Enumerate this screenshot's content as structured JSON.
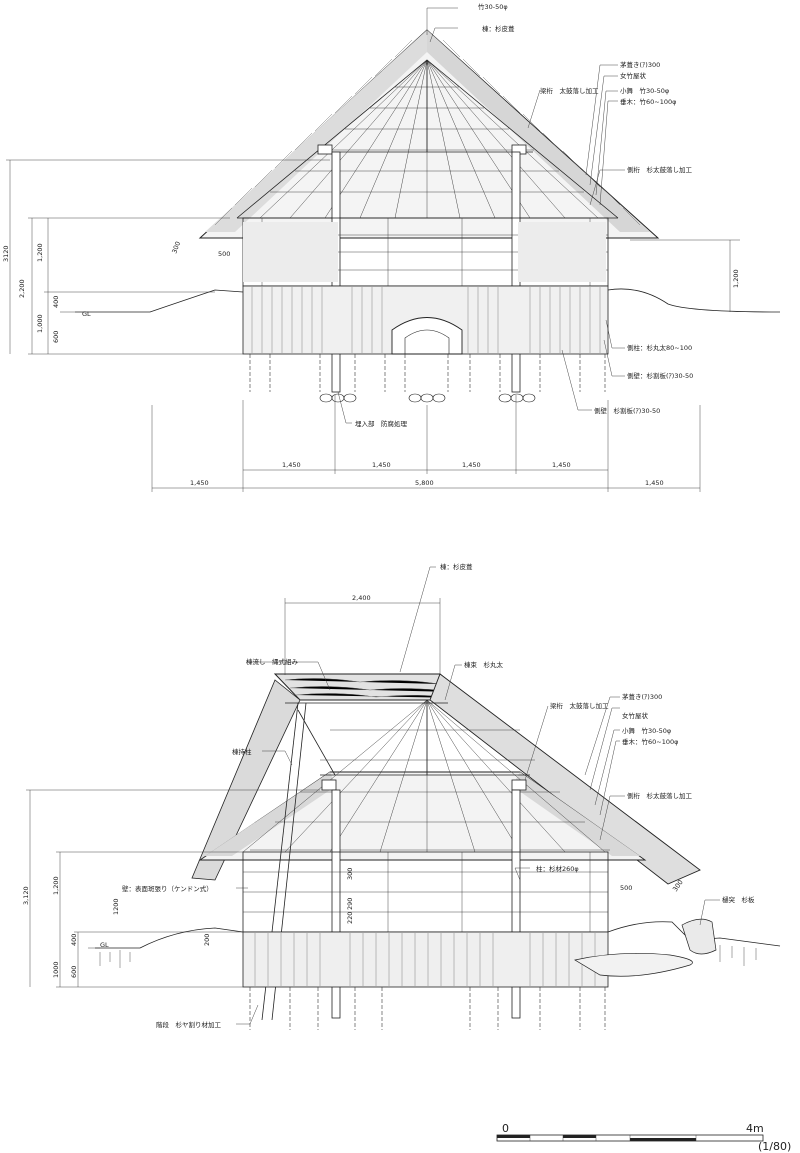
{
  "drawing_top": {
    "labels": {
      "top_bamboo": "竹30-50φ",
      "ridge_cedar": "棟：杉皮葺",
      "thatch_reed": "茅葺き(ｱ)300",
      "women_bamboo": "女竹屋状",
      "small_purlin": "小舞　竹30-50φ",
      "rafter": "垂木：竹60~100φ",
      "beam": "梁桁　太鼓落し加工",
      "side_girder": "側桁　杉太鼓落し加工",
      "side_post": "側柱：杉丸太80~100",
      "side_wall_a": "側壁：杉割板(ｱ)30-50",
      "side_wall_b": "側壁　杉割板(ｱ)30-50",
      "buried_part": "埋入部　防腐処理"
    },
    "dims": {
      "h3120": "3120",
      "h2200": "2,200",
      "h1200": "1,200",
      "h1000": "1,000",
      "h600": "600",
      "h400": "400",
      "gl": "GL",
      "d500": "500",
      "d300": "300",
      "r1200": "1,200",
      "b1": "1,450",
      "b2": "1,450",
      "b3": "1,450",
      "b4": "1,450",
      "o1": "1,450",
      "o2": "5,800",
      "o3": "1,450"
    }
  },
  "drawing_bottom": {
    "labels": {
      "ridge_cedar": "棟：杉皮葺",
      "ridge_tie": "棟流し　縄式組み",
      "ridge_bundle": "棟束　杉丸太",
      "thatch_reed": "茅葺き(ｱ)300",
      "women_bamboo": "女竹屋状",
      "small_purlin": "小舞　竹30-50φ",
      "rafter": "垂木：竹60~100φ",
      "beam": "梁桁　太鼓落し加工",
      "side_girder": "側桁　杉太鼓落し加工",
      "ridge_post": "棟持柱",
      "post": "柱：杉材260φ",
      "wall": "壁：表面斑張り（ケンドン式）",
      "gutter": "樋突　杉板",
      "steps": "階段　杉ヤ割り材加工"
    },
    "dims": {
      "w2400": "2,400",
      "h3120": "3,120",
      "h1200": "1,200",
      "h1200b": "1200",
      "h1000": "1000",
      "h600": "600",
      "h400": "400",
      "h200": "200",
      "gl": "GL",
      "d500": "500",
      "d300": "300",
      "d300b": "300",
      "d290": "290",
      "d220": "220"
    }
  },
  "scale_bar": {
    "zero": "0",
    "max": "4m",
    "ratio": "(1/80)"
  }
}
